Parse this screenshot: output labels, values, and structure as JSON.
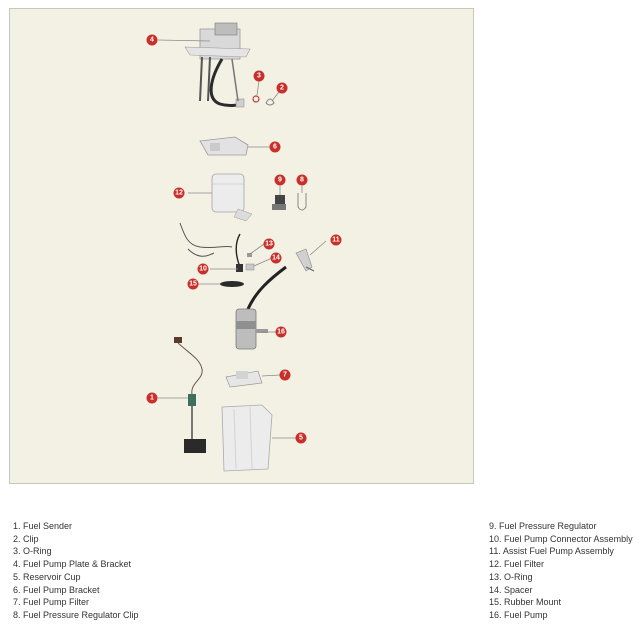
{
  "diagram": {
    "callouts": [
      "1",
      "2",
      "3",
      "4",
      "5",
      "6",
      "7",
      "8",
      "9",
      "10",
      "11",
      "12",
      "13",
      "14",
      "15",
      "16"
    ]
  },
  "parts_left": [
    "1. Fuel Sender",
    "2. Clip",
    "3. O-Ring",
    "4. Fuel Pump Plate & Bracket",
    "5. Reservoir Cup",
    "6. Fuel Pump Bracket",
    "7. Fuel Pump Filter",
    "8. Fuel Pressure Regulator Clip"
  ],
  "parts_right": [
    "9. Fuel Pressure Regulator",
    "10. Fuel Pump Connector Assembly",
    "11. Assist Fuel Pump Assembly",
    "12. Fuel Filter",
    "13. O-Ring",
    "14. Spacer",
    "15. Rubber Mount",
    "16. Fuel Pump"
  ],
  "colors": {
    "panel_background": "#f3f1e4",
    "callout": "#c8302c",
    "text": "#333333"
  }
}
